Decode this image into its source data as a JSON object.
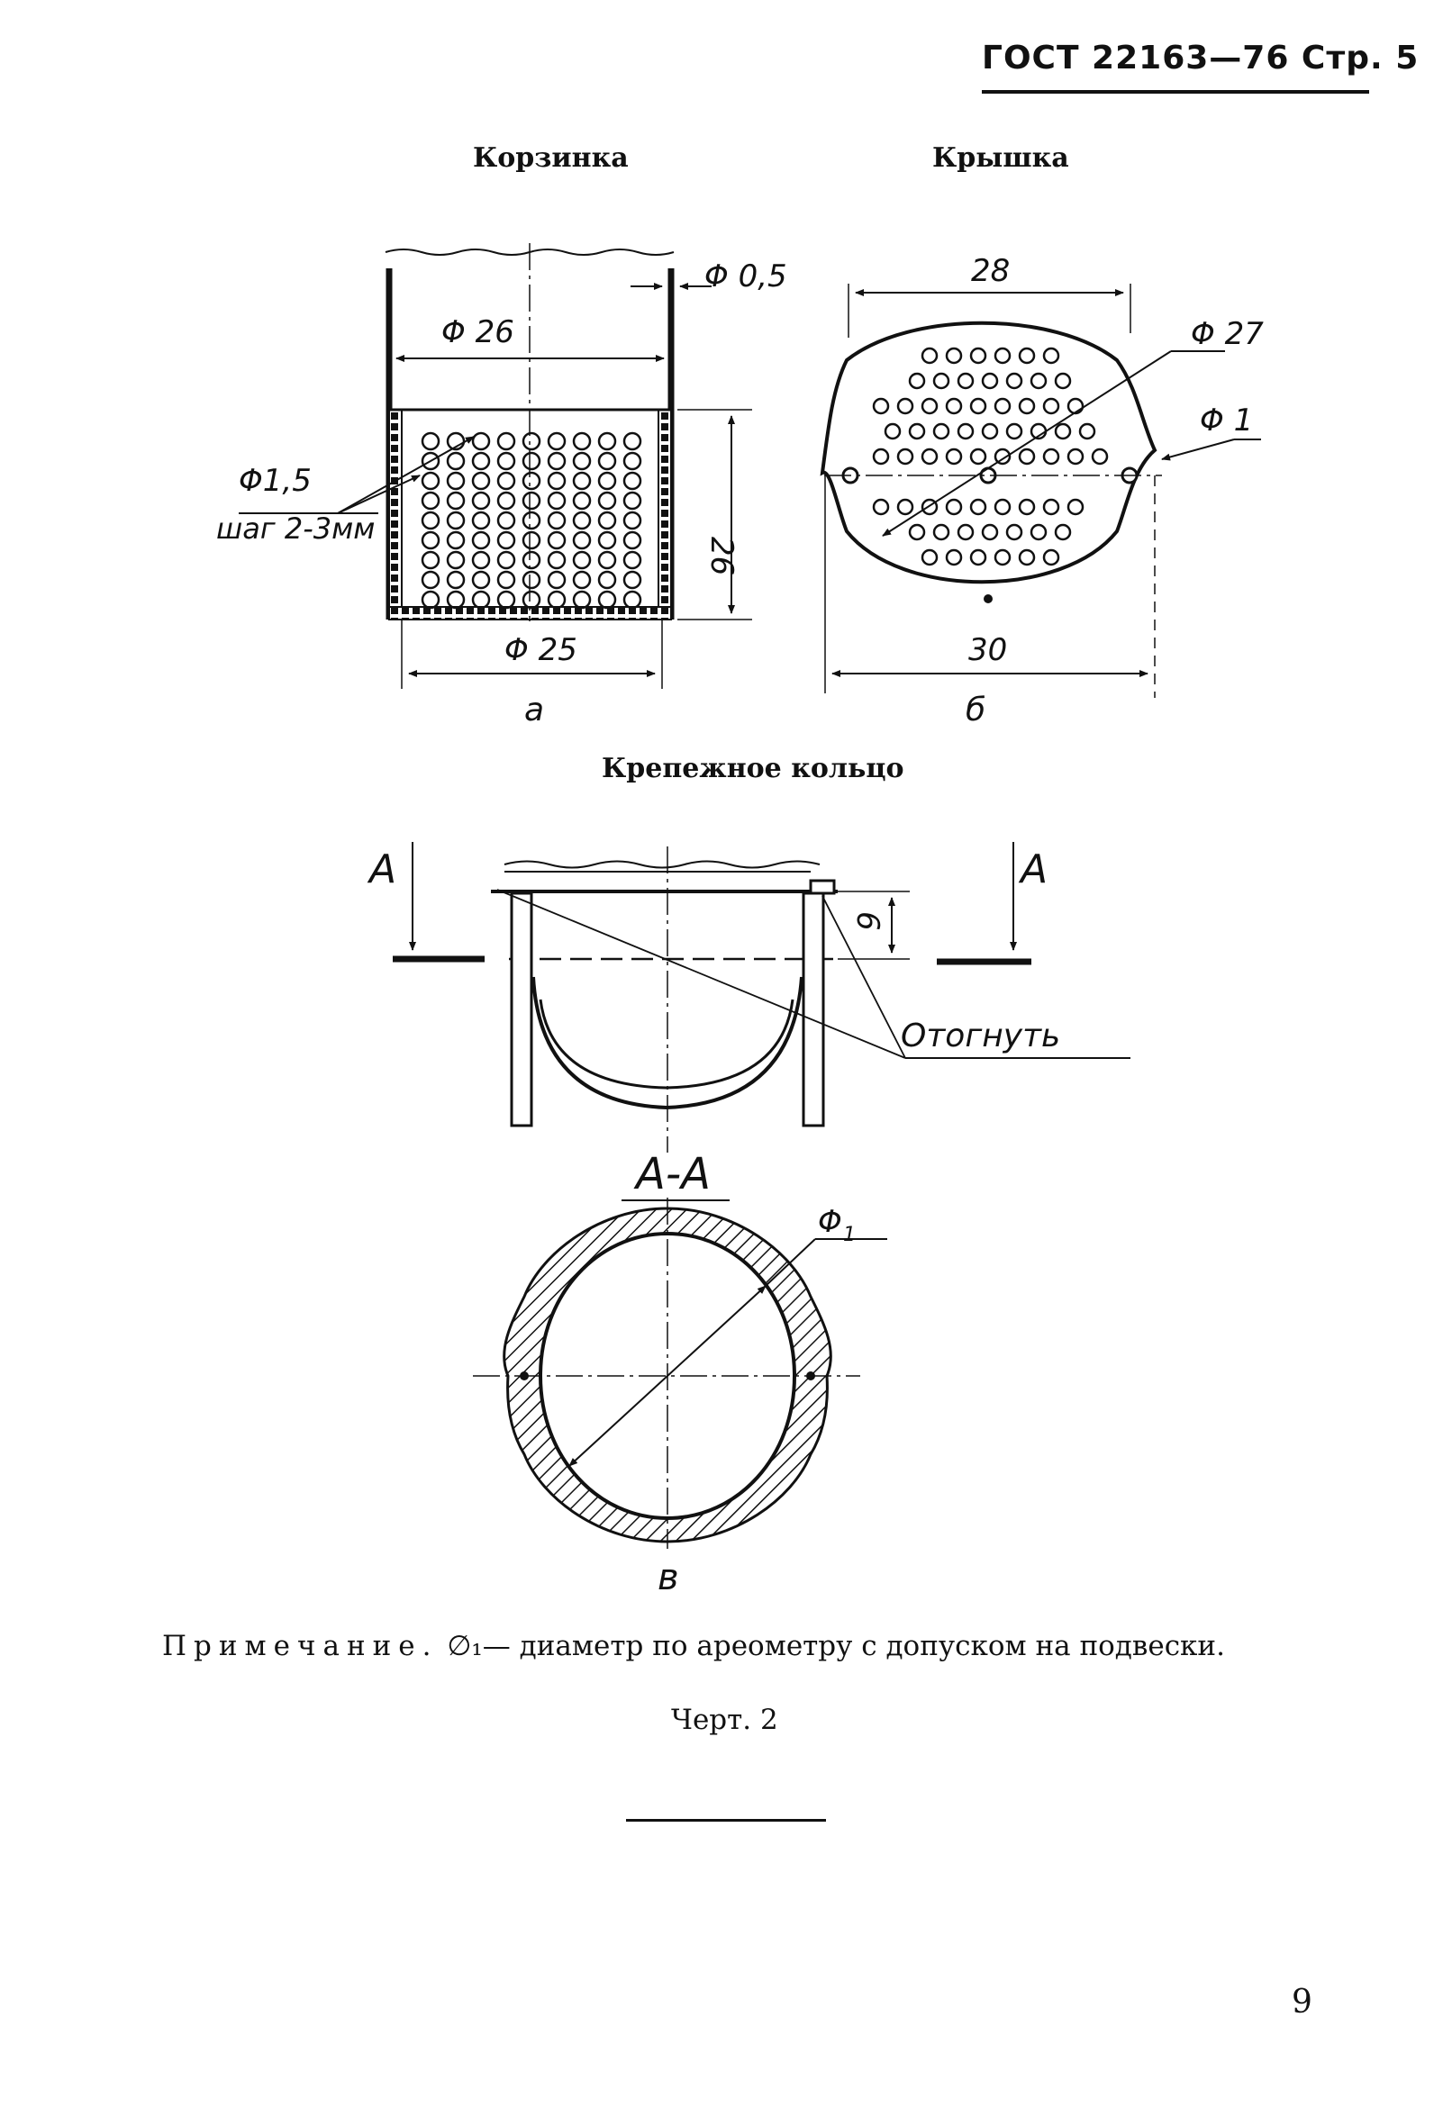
{
  "header": {
    "title": "ГОСТ 22163—76 Стр. 5"
  },
  "captions": {
    "basket": "Корзинка",
    "lid": "Крышка",
    "ring": "Крепежное кольцо"
  },
  "basket_labels": {
    "wire_dia": "Φ 0,5",
    "inner_dia": "Φ 26",
    "hole_dia": "Φ1,5",
    "pitch": "шаг 2-3мм",
    "height": "26",
    "bottom_dia": "Φ 25",
    "letter": "а"
  },
  "lid_labels": {
    "width_top": "28",
    "dia_27": "Φ 27",
    "dia_1": "Φ 1",
    "width_bottom": "30",
    "letter": "б"
  },
  "ring_labels": {
    "section_left": "A",
    "section_right": "A",
    "height": "6",
    "bend": "Отогнуть",
    "section_title": "A-A",
    "dia_1": "Φ",
    "dia_1_sub": "1",
    "letter": "в"
  },
  "note": {
    "prefix": "Примечание.",
    "symbol": "∅₁",
    "text": "— диаметр по ареометру с допуском на подвески."
  },
  "figure": {
    "label": "Черт. 2"
  },
  "page": {
    "number": "9"
  }
}
